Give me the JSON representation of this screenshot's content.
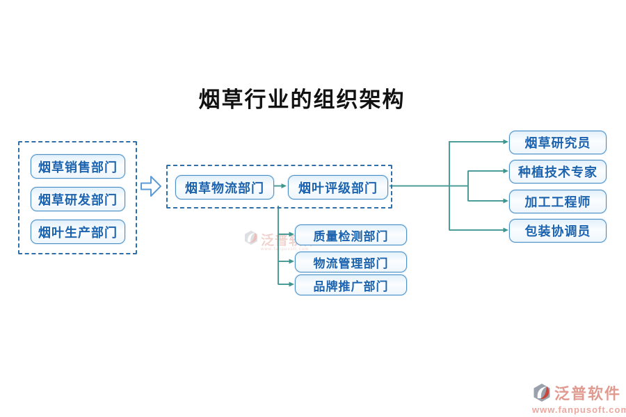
{
  "title": "烟草行业的组织架构",
  "left_departments": [
    "烟草销售部门",
    "烟草研发部门",
    "烟叶生产部门"
  ],
  "flow_departments": [
    "烟草物流部门",
    "烟叶评级部门"
  ],
  "sub_departments": [
    "质量检测部门",
    "物流管理部门",
    "品牌推广部门"
  ],
  "specialist_roles": [
    "烟草研究员",
    "种植技术专家",
    "加工工程师",
    "包装协调员"
  ],
  "watermark": {
    "brand": "泛普软件",
    "url": "www.fanpusoft.com"
  },
  "icons": {
    "flow_arrow": "hollow-right-arrow",
    "brand_logo": "fanpu-swirl-logo"
  },
  "colors": {
    "box_border": "#4a90c7",
    "box_text": "#1b63ae",
    "dashed_border": "#2f6ea6",
    "connector": "#4b9d97",
    "title_text": "#111111",
    "brand_text": "#e09a90"
  }
}
